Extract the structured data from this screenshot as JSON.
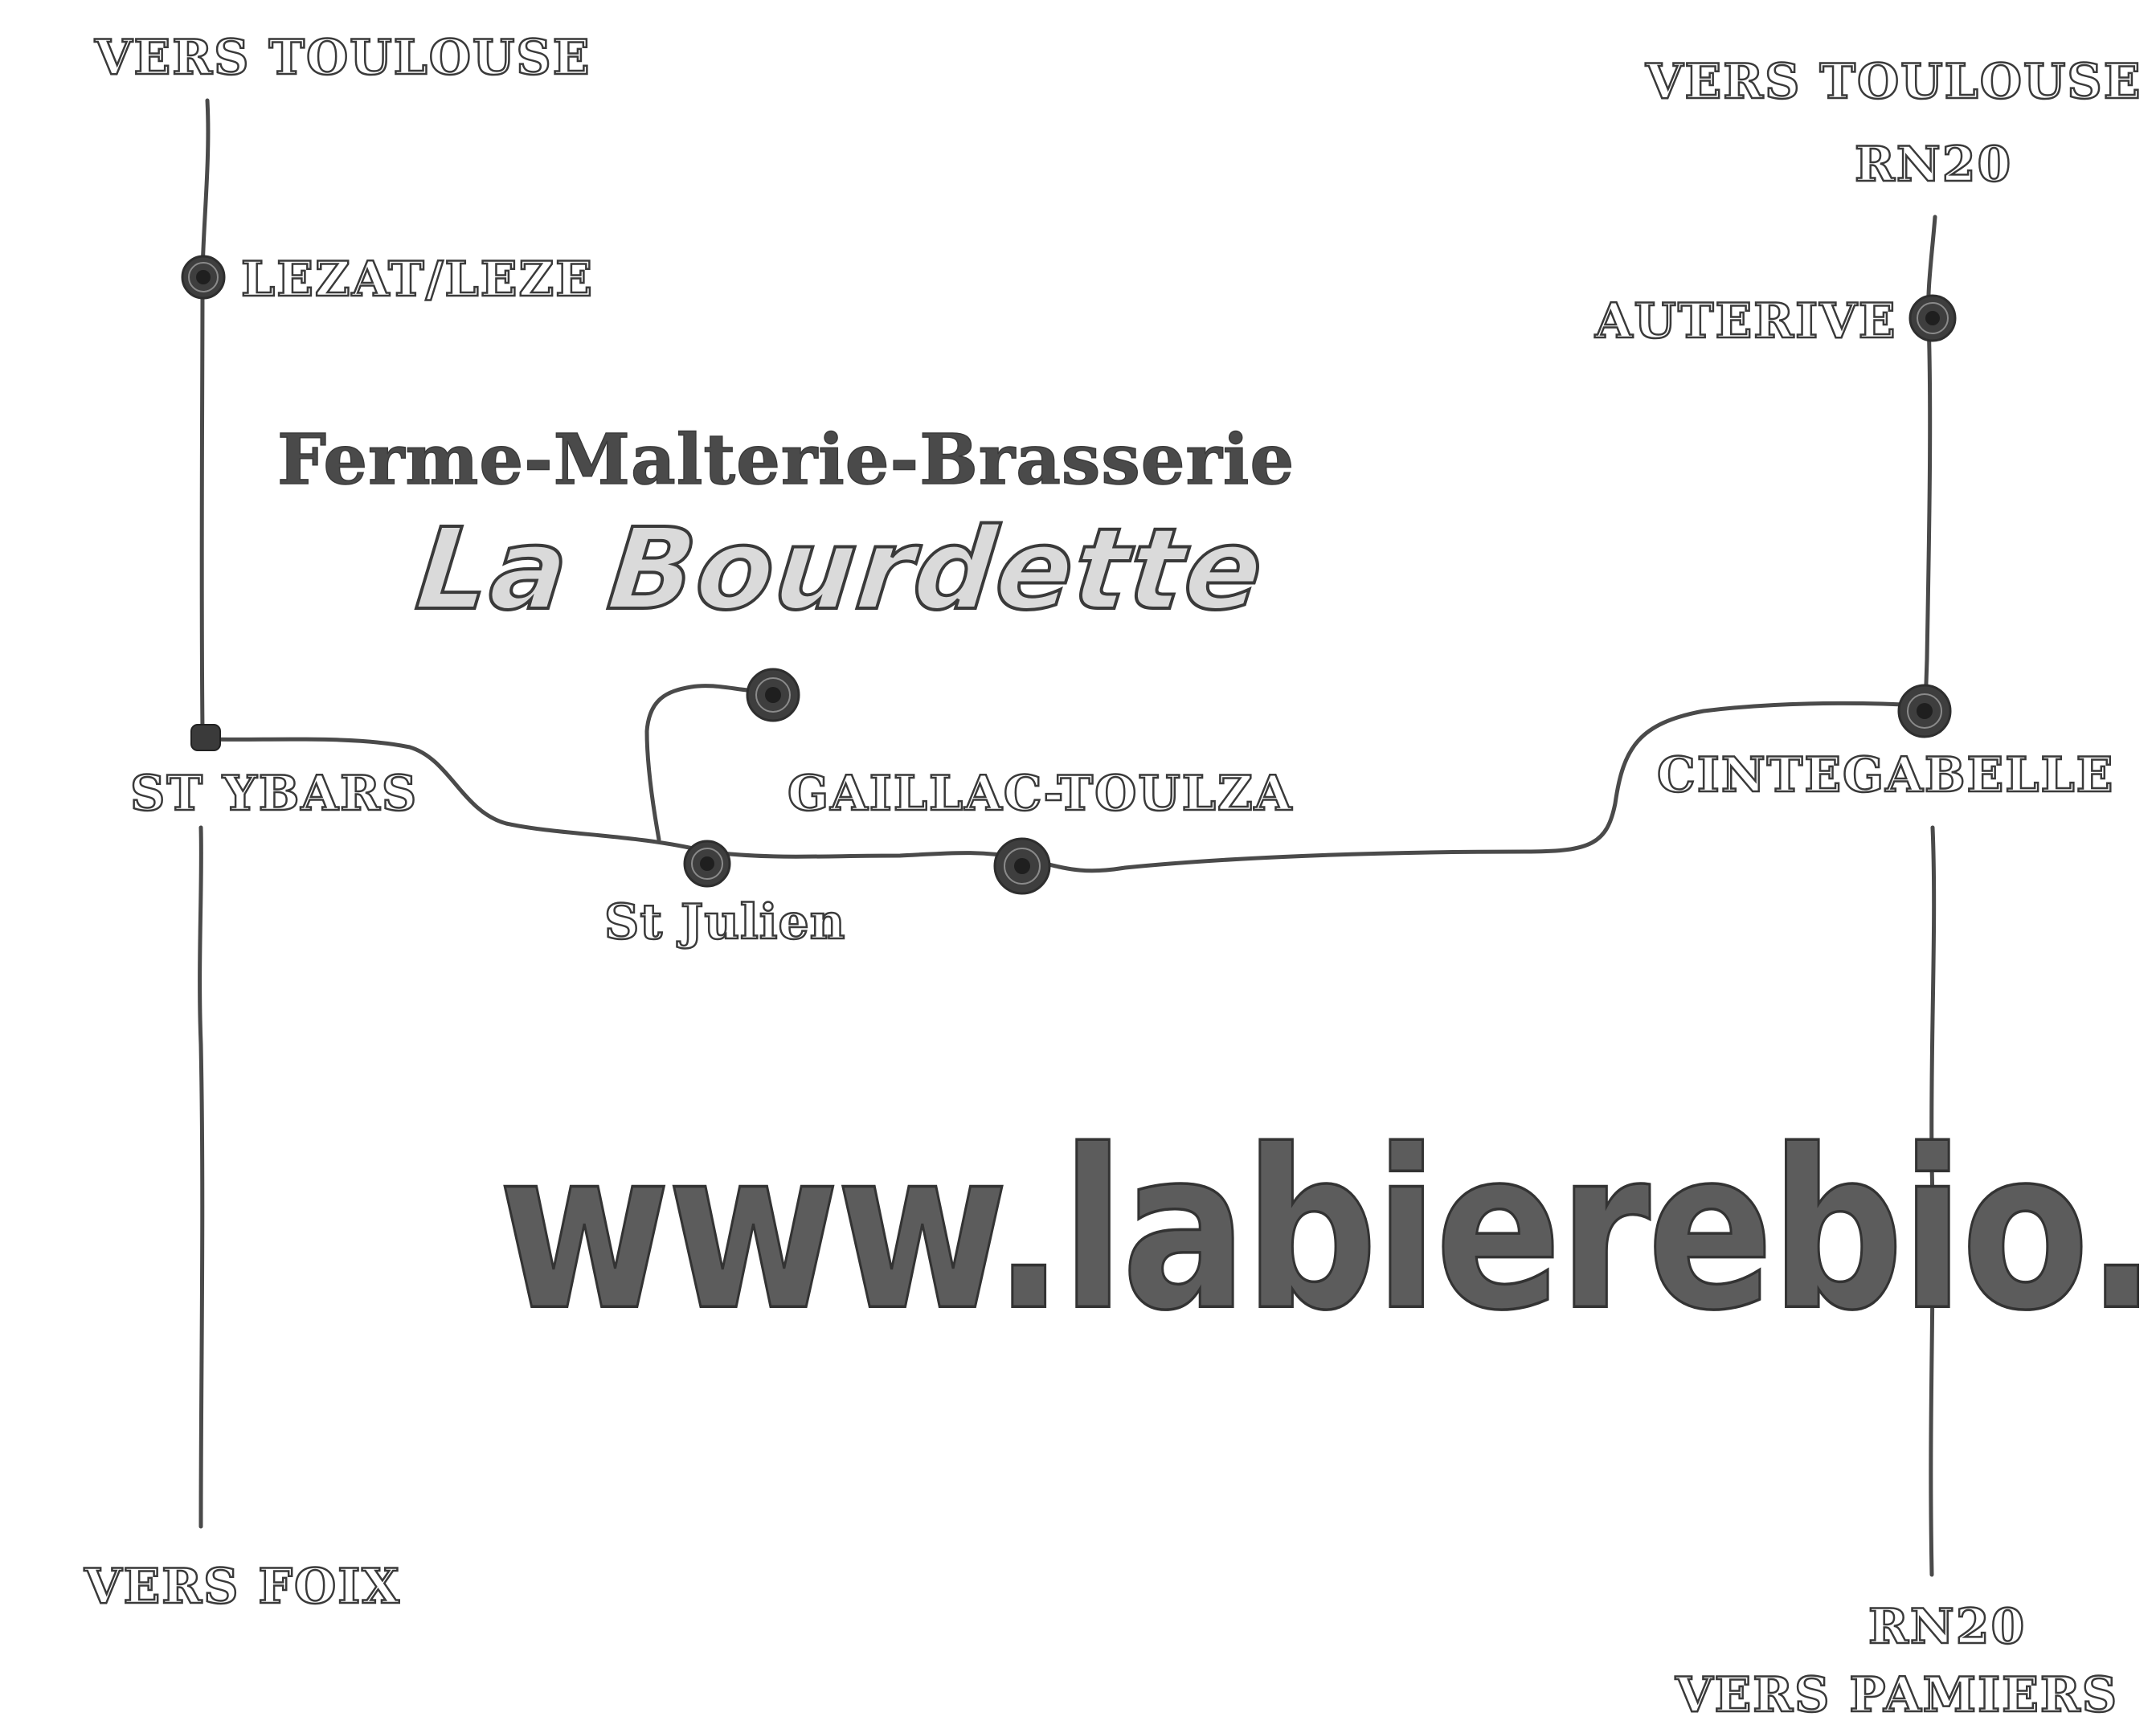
{
  "map": {
    "subtitle": "Ferme-Malterie-Brasserie",
    "brand": "La Bourdette",
    "website": "www.labierebio.fr",
    "labels": {
      "vers_toulouse_left": "VERS TOULOUSE",
      "vers_toulouse_right": "VERS TOULOUSE",
      "rn20_top": "RN20",
      "lezat_leze": "LEZAT/LEZE",
      "auterive": "AUTERIVE",
      "st_ybars": "ST YBARS",
      "gaillac_toulza": "GAILLAC-TOULZA",
      "st_julien": "St Julien",
      "cintegabelle": "CINTEGABELLE",
      "vers_foix": "VERS FOIX",
      "rn20_bottom": "RN20",
      "vers_pamiers": "VERS PAMIERS"
    }
  }
}
